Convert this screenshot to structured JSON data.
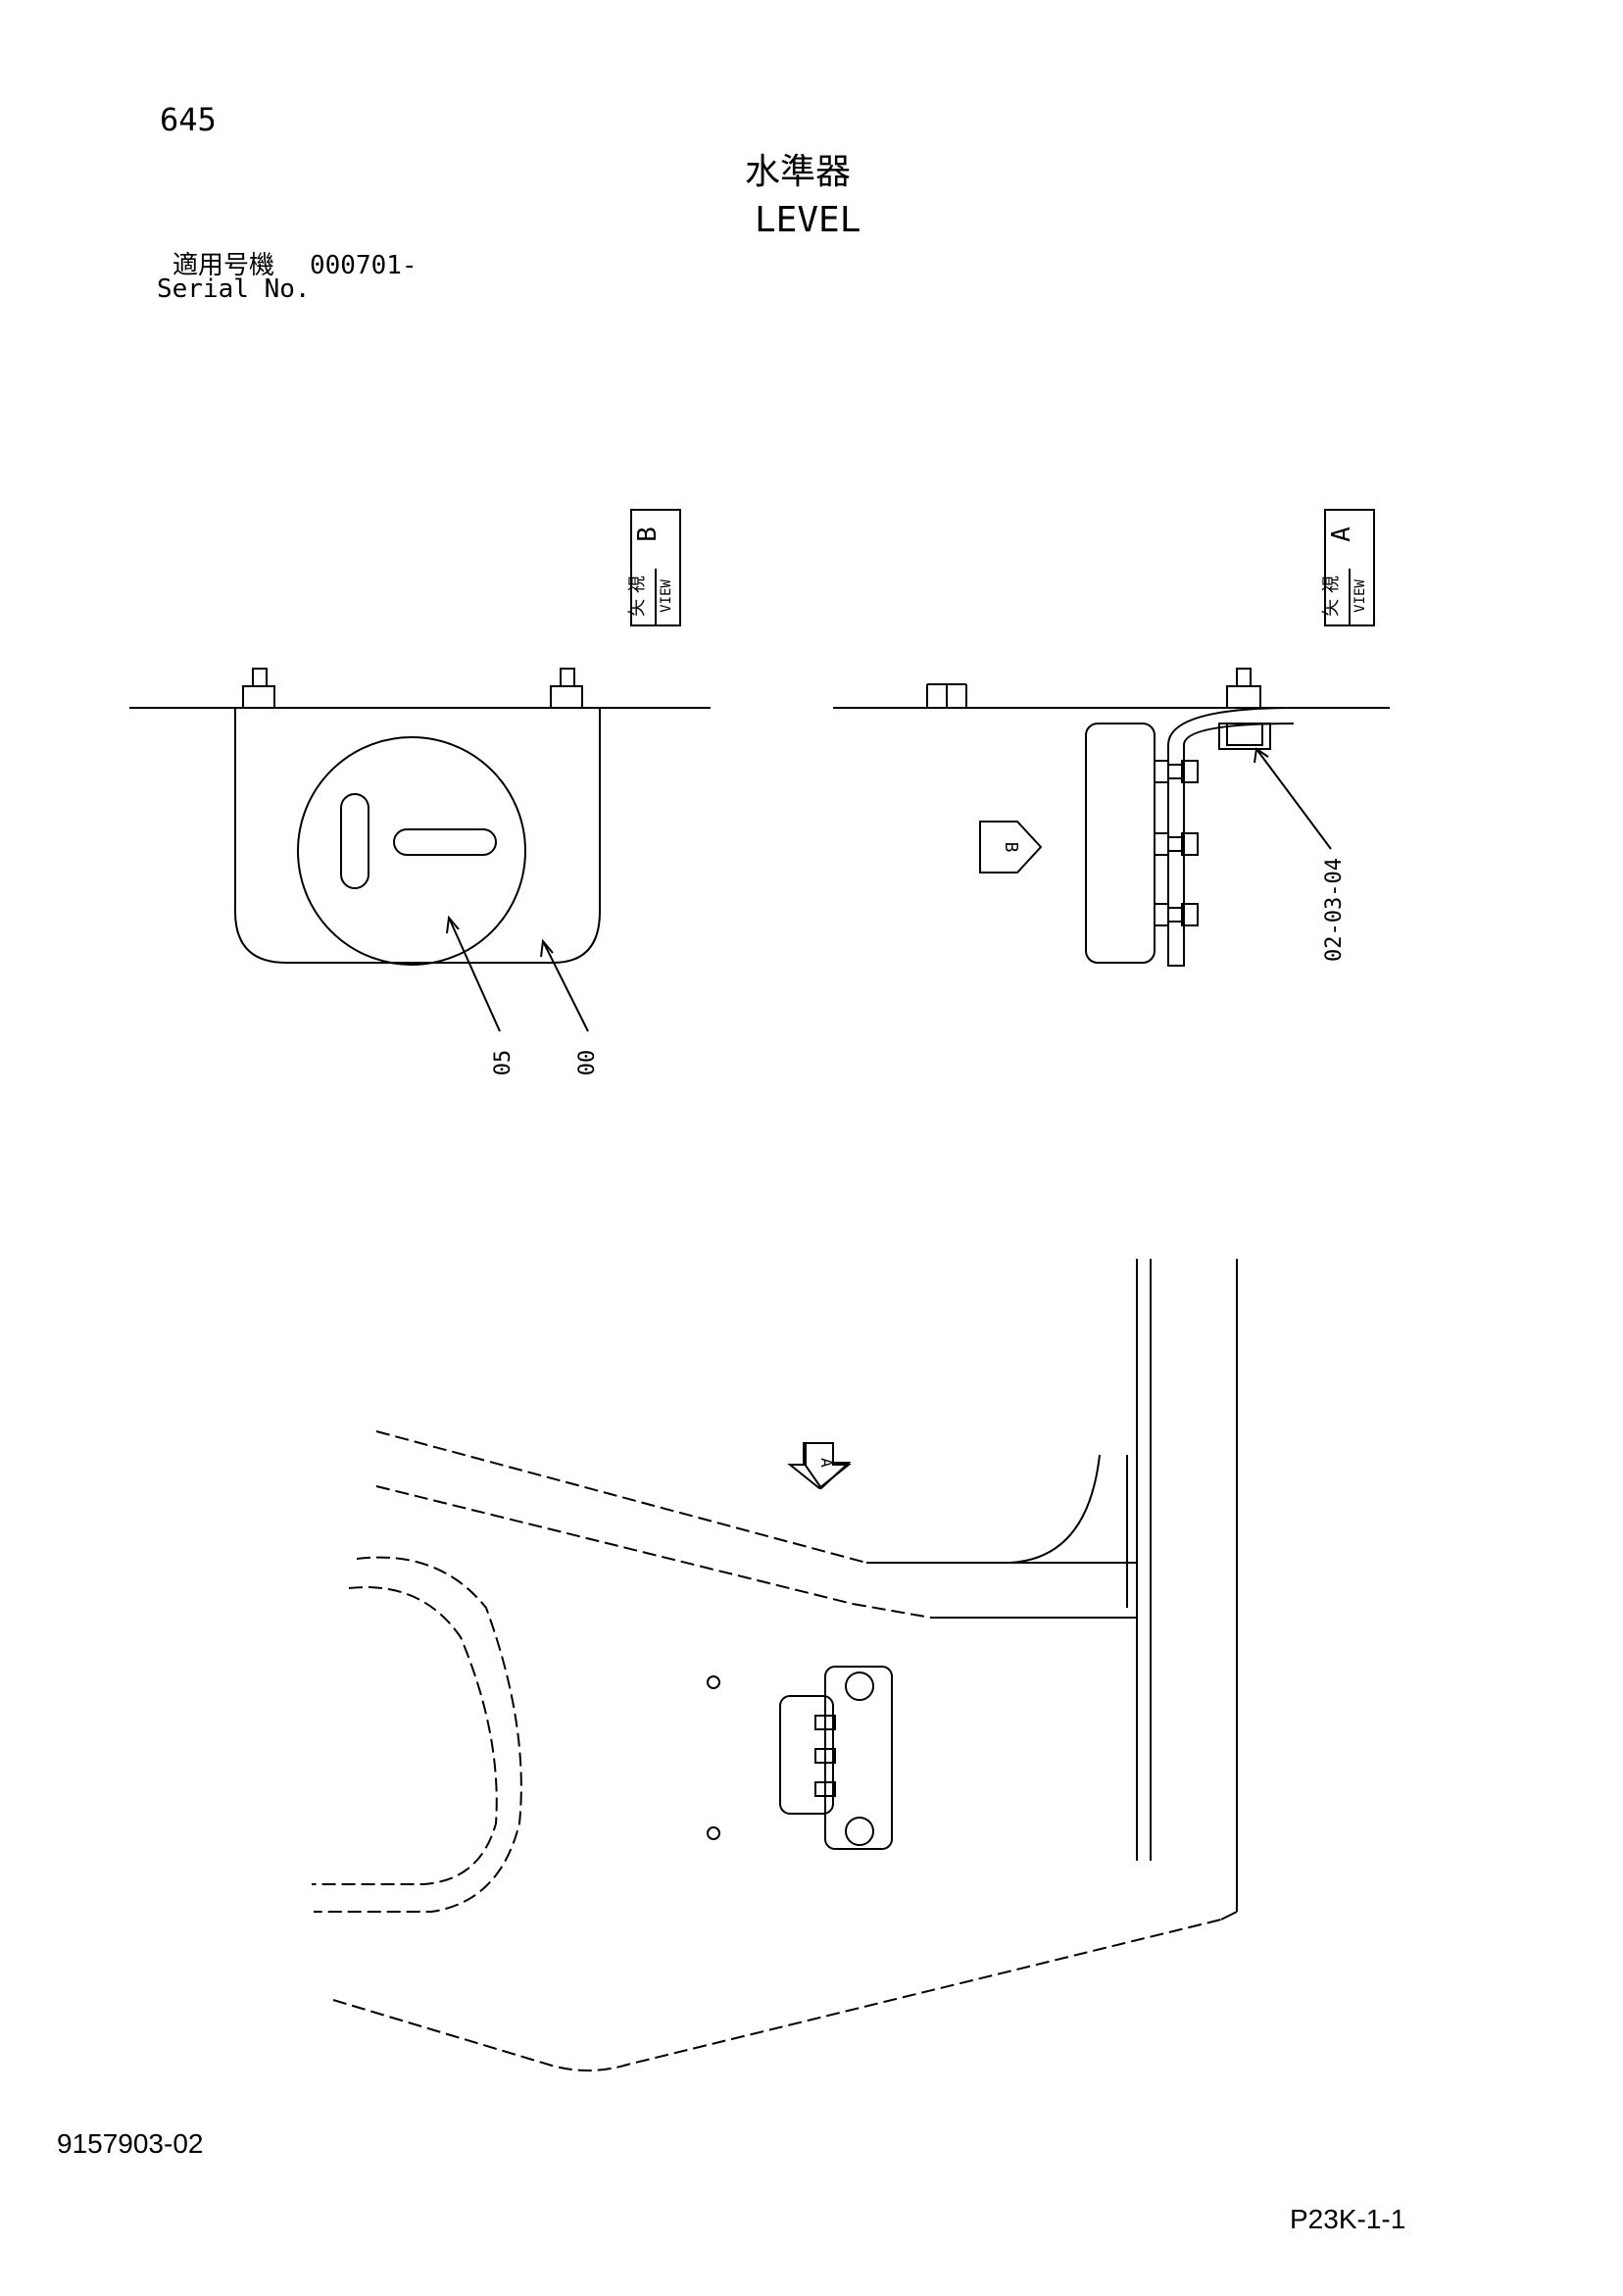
{
  "header": {
    "page_number": "645",
    "title_ja": "水準器",
    "title_en": "LEVEL",
    "serial_label_ja": "適用号機",
    "serial_value": "000701-",
    "serial_label_en": "Serial No."
  },
  "views": {
    "view_b": {
      "label_ja": "矢 視",
      "label_en": "VIEW",
      "letter": "B"
    },
    "view_a": {
      "label_ja": "矢 視",
      "label_en": "VIEW",
      "letter": "A"
    }
  },
  "callouts": {
    "part_05": "05",
    "part_00": "00",
    "part_02_03_04": "02-03-04",
    "arrow_b": "B",
    "arrow_a": "A"
  },
  "footer": {
    "doc_number": "9157903-02",
    "page_code": "P23K-1-1"
  }
}
